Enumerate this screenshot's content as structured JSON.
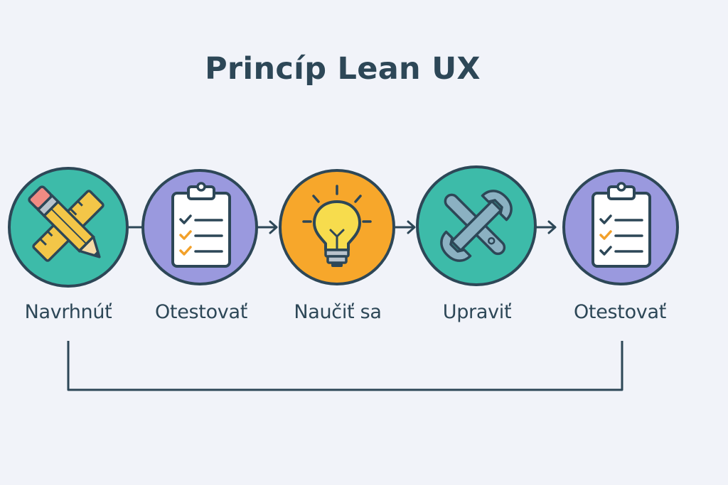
{
  "title": "Princíp Lean UX",
  "colors": {
    "background": "#f1f3f9",
    "outline": "#2d4757",
    "teal": "#3dbba9",
    "purple": "#9a99de",
    "orange": "#f7a72b",
    "bulb": "#f7dc4d",
    "pencil": "#f3c648",
    "eraser": "#f08b83",
    "wrench": "#8bb1c2",
    "check": "#f2a12a"
  },
  "steps": [
    {
      "label": "Navrhnúť",
      "icon": "pencil-ruler-icon",
      "fill": "teal"
    },
    {
      "label": "Otestovať",
      "icon": "clipboard-checklist-icon",
      "fill": "purple"
    },
    {
      "label": "Naučiť sa",
      "icon": "lightbulb-icon",
      "fill": "orange"
    },
    {
      "label": "Upraviť",
      "icon": "wrench-tools-icon",
      "fill": "teal"
    },
    {
      "label": "Otestovať",
      "icon": "clipboard-checklist-icon",
      "fill": "purple"
    }
  ]
}
